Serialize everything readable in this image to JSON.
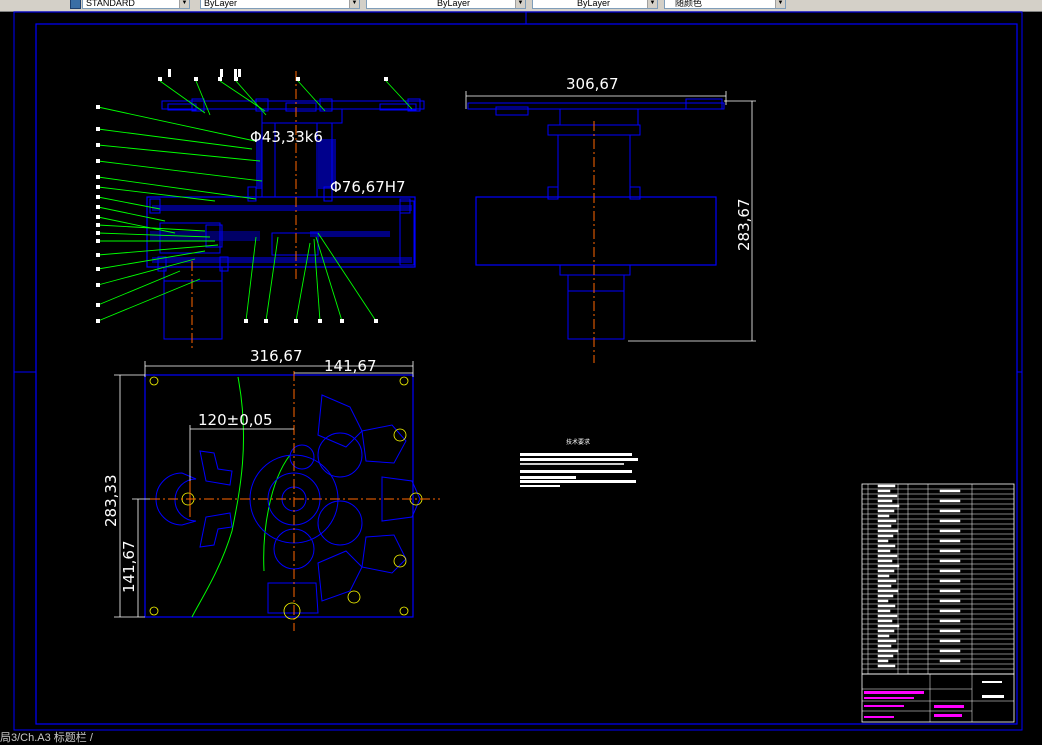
{
  "toolbar": {
    "style_value": "STANDARD",
    "layer_value": "ByLayer",
    "linetype_value": "ByLayer",
    "lineweight_value": "ByLayer",
    "plotstyle_value": "随颜色"
  },
  "dimensions": {
    "top_right_width": "306,67",
    "top_right_height": "283,67",
    "shaft_dia": "Φ43,33k6",
    "hole_dia": "Φ76,67H7",
    "plan_width": "316,67",
    "plan_half": "141,67",
    "plan_offset": "120±0,05",
    "plan_height": "283,33",
    "plan_half_height": "141,67"
  },
  "notes": {
    "title": "技术要求"
  },
  "status": {
    "command_text": "局3/Ch.A3 标题栏 /"
  },
  "colors": {
    "drawing_background": "#000000",
    "outline": "#0000ff",
    "leader": "#00ff00",
    "centerline": "#ff6600",
    "dimension_text": "#ffffff",
    "magenta_text": "#ff00ff"
  }
}
